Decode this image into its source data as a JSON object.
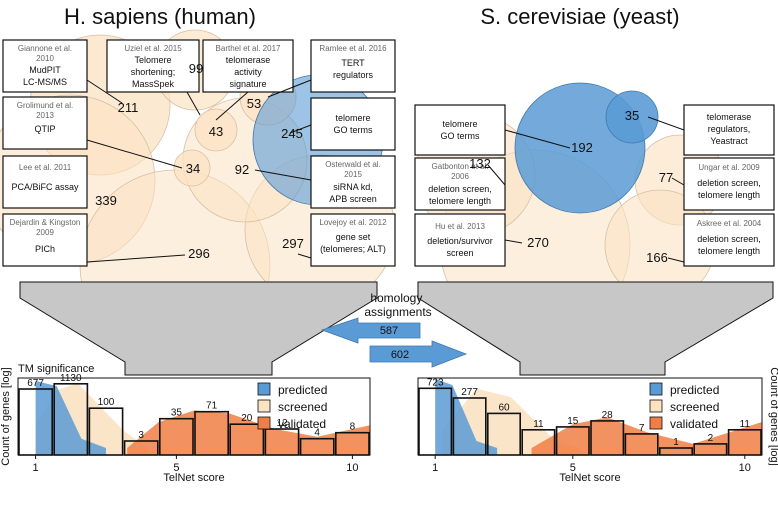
{
  "titles": {
    "human": "H. sapiens (human)",
    "yeast": "S. cerevisiae (yeast)"
  },
  "colors": {
    "predicted": "#5b9bd5",
    "screened": "#fbe2c3",
    "validated": "#f07f45",
    "funnel": "#c7c7c7"
  },
  "human_studies": [
    {
      "author": "Giannone et al.",
      "year": "2010",
      "desc": [
        "MudPIT",
        "LC-MS/MS"
      ],
      "count": "211"
    },
    {
      "author": "Uziel et al. 2015",
      "year": "",
      "desc": [
        "Telomere",
        "shortening;",
        "MassSpek"
      ],
      "count": "99"
    },
    {
      "author": "Barthel et al. 2017",
      "year": "",
      "desc": [
        "telomerase",
        "activity",
        "signature"
      ],
      "count": "43"
    },
    {
      "author": "Ramlee et al. 2016",
      "year": "",
      "desc": [
        "TERT",
        "regulators"
      ],
      "count": "53"
    },
    {
      "author": "",
      "year": "",
      "desc": [
        "telomere",
        "GO terms"
      ],
      "count": "245"
    },
    {
      "author": "Grolimund et al.",
      "year": "2013",
      "desc": [
        "QTIP"
      ],
      "count": "34"
    },
    {
      "author": "Osterwald et al.",
      "year": "2015",
      "desc": [
        "siRNA kd,",
        "APB screen"
      ],
      "count": "92"
    },
    {
      "author": "Lee et al. 2011",
      "year": "",
      "desc": [
        "PCA/BiFC assay"
      ],
      "count": "339"
    },
    {
      "author": "Lovejoy et al. 2012",
      "year": "",
      "desc": [
        "gene set",
        "(telomeres; ALT)"
      ],
      "count": "297"
    },
    {
      "author": "Dejardin & Kingston",
      "year": "2009",
      "desc": [
        "PICh"
      ],
      "count": "296"
    }
  ],
  "yeast_studies": [
    {
      "author": "",
      "year": "",
      "desc": [
        "telomere",
        "GO terms"
      ],
      "count": "192"
    },
    {
      "author": "",
      "year": "",
      "desc": [
        "telomerase",
        "regulators,",
        "Yeastract"
      ],
      "count": "35"
    },
    {
      "author": "Gatbonton et al.",
      "year": "2006",
      "desc": [
        "deletion screen,",
        "telomere length"
      ],
      "count": "132"
    },
    {
      "author": "Ungar et al. 2009",
      "year": "",
      "desc": [
        "deletion screen,",
        "telomere length"
      ],
      "count": "77"
    },
    {
      "author": "Hu et al. 2013",
      "year": "",
      "desc": [
        "deletion/survivor",
        "screen"
      ],
      "count": "270"
    },
    {
      "author": "Askree et al. 2004",
      "year": "",
      "desc": [
        "deletion screen,",
        "telomere length"
      ],
      "count": "166"
    }
  ],
  "homology": {
    "label": [
      "homology",
      "assignments"
    ],
    "to_human": "587",
    "to_yeast": "602"
  },
  "tm_significance": "TM significance",
  "legend": [
    "predicted",
    "screened",
    "validated"
  ],
  "axis": {
    "xlabel": "TelNet score",
    "ylabel": "Count of genes [log]"
  },
  "chart_data": [
    {
      "type": "bar",
      "organism": "human",
      "x_ticks": [
        "1",
        "5",
        "10"
      ],
      "xlim": [
        0.5,
        10.5
      ],
      "y_scale": "log",
      "bins": [
        1,
        2,
        3,
        4,
        5,
        6,
        7,
        8,
        9,
        10
      ],
      "values": [
        677,
        1130,
        100,
        3,
        35,
        71,
        20,
        12,
        4,
        8
      ],
      "xlabel": "TelNet score",
      "ylabel": "Count of genes [log]",
      "series": [
        {
          "name": "predicted",
          "distribution": "decreasing from score 1"
        },
        {
          "name": "screened",
          "distribution": "peak at score 2"
        },
        {
          "name": "validated",
          "distribution": "peak at scores 5-7"
        }
      ],
      "legend": "top-right"
    },
    {
      "type": "bar",
      "organism": "yeast",
      "x_ticks": [
        "1",
        "5",
        "10"
      ],
      "xlim": [
        0.5,
        10.5
      ],
      "y_scale": "log",
      "bins": [
        1,
        2,
        3,
        4,
        5,
        6,
        7,
        8,
        9,
        10
      ],
      "values": [
        723,
        277,
        60,
        11,
        15,
        28,
        7,
        1,
        2,
        11
      ],
      "xlabel": "TelNet score",
      "ylabel": "Count of genes [log]",
      "series": [
        {
          "name": "predicted",
          "distribution": "decreasing from score 1"
        },
        {
          "name": "screened",
          "distribution": "peak at scores 2-3"
        },
        {
          "name": "validated",
          "distribution": "peak at scores 5-6"
        }
      ],
      "legend": "top-right"
    }
  ]
}
